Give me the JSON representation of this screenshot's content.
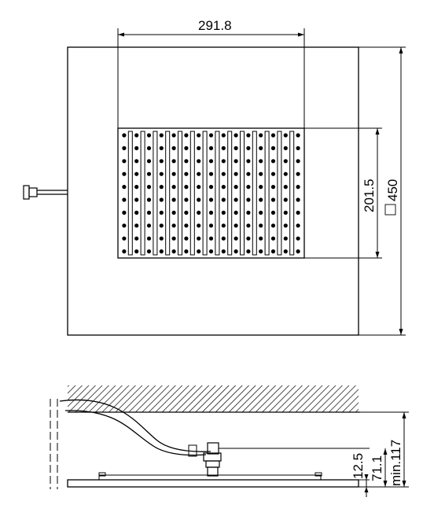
{
  "dimensions": {
    "top_width": "291.8",
    "grid_height": "201.5",
    "square_size": "450",
    "square_symbol": "square-icon",
    "thickness": "12.5",
    "height_mid": "71.1",
    "height_min": "min.117"
  },
  "nozzle_grid": {
    "columns": 15,
    "rows": 10
  },
  "colors": {
    "line": "#000000",
    "background": "#ffffff"
  }
}
